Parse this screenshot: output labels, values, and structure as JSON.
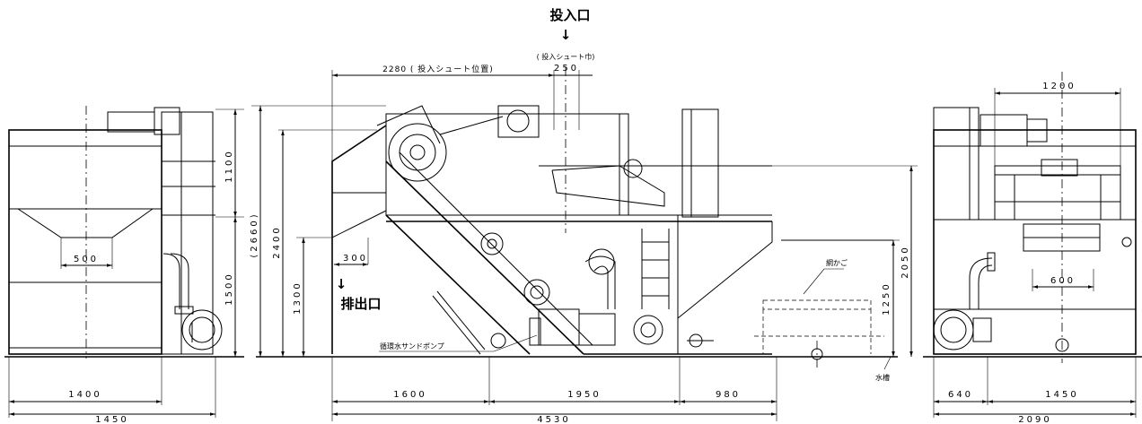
{
  "labels": {
    "inlet": "投入口",
    "inlet_arrow": "↓",
    "chute_width": "( 投入シュート巾)",
    "chute_position": "2280 ( 投入シュート位置)",
    "outlet": "排出口",
    "outlet_arrow": "↓",
    "pump": "循環水サンドポンプ",
    "basket": "網かご",
    "tank": "水槽"
  },
  "dims_left": {
    "d1100": "1100",
    "d1500": "1500",
    "d500": "500",
    "d1400": "1400",
    "d1450": "1450"
  },
  "dims_front": {
    "d250": "250",
    "d2660": "(2660)",
    "d2400": "2400",
    "d1300": "1300",
    "d300": "300",
    "d2050": "2050",
    "d1250": "1250",
    "d1600": "1600",
    "d1950": "1950",
    "d980": "980",
    "d4530": "4530"
  },
  "dims_right": {
    "d1200": "1200",
    "d600": "600",
    "d640": "640",
    "d1450": "1450",
    "d2090": "2090"
  }
}
